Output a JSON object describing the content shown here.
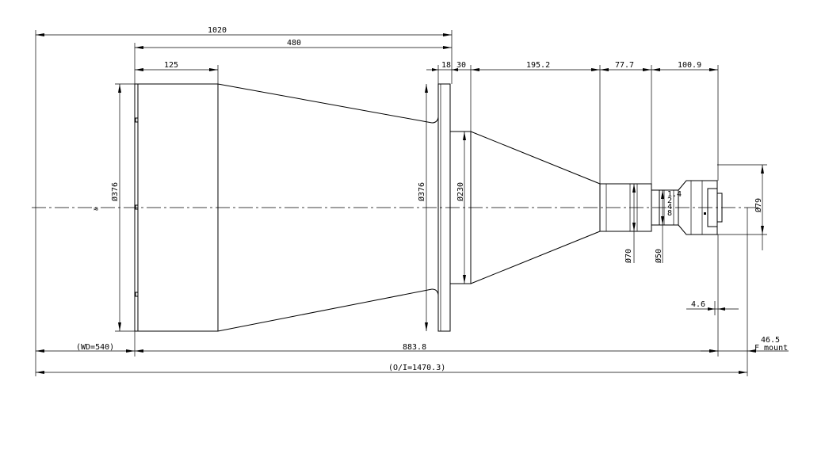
{
  "drawing": {
    "dimensions": {
      "total_to_front_flange": "1020",
      "flange_to_front_lens": "480",
      "front_barrel_length": "125",
      "flange_thickness": "18",
      "neck_length": "30",
      "cone_length": "195.2",
      "mid_section_length": "77.7",
      "rear_section_length": "100.9",
      "diameter_front": "Ø376",
      "diameter_flange": "Ø376",
      "diameter_neck": "Ø230",
      "diameter_mid": "Ø70",
      "diameter_iris": "Ø50",
      "diameter_rear": "Ø79",
      "mount_gap": "4.6",
      "flange_focal": "46.5",
      "mount_type": "F mount",
      "working_distance": "(WD=540)",
      "lens_length": "883.8",
      "object_to_image": "(O/I=1470.3)"
    },
    "break_symbol": "≈"
  }
}
